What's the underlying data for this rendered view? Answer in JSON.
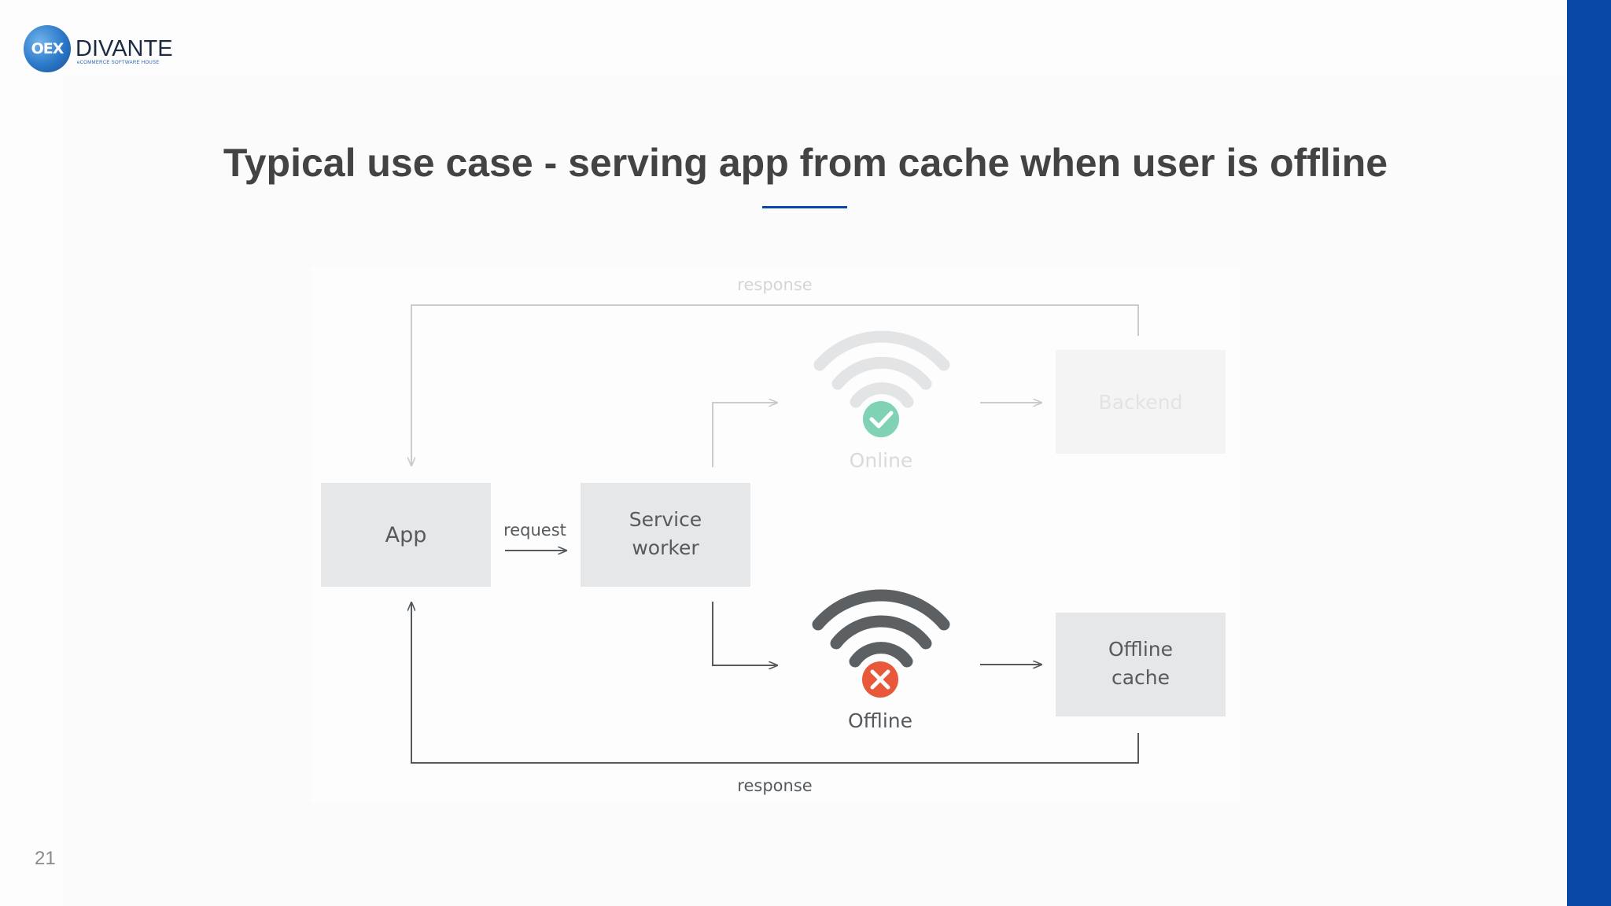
{
  "logo": {
    "mark": "OEX",
    "name": "DIVANTE",
    "tagline": "eCOMMERCE SOFTWARE HOUSE"
  },
  "title": "Typical use case - serving app from cache when user is offline",
  "page_number": "21",
  "diagram": {
    "app_label": "App",
    "request_label": "request",
    "service_worker_line1": "Service",
    "service_worker_line2": "worker",
    "online_label": "Online",
    "offline_label": "Offline",
    "backend_label": "Backend",
    "offline_cache_line1": "Offline",
    "offline_cache_line2": "cache",
    "response_top_label": "response",
    "response_bottom_label": "response"
  },
  "colors": {
    "accent": "#0a48a8",
    "title": "#434343",
    "box_fill": "#e6e7e8",
    "faded_box_fill": "#f4f4f5",
    "online_check": "#7fd3b4",
    "offline_x": "#e8583a",
    "line_dark": "#555a5e",
    "line_faded": "#c9cbcd"
  }
}
